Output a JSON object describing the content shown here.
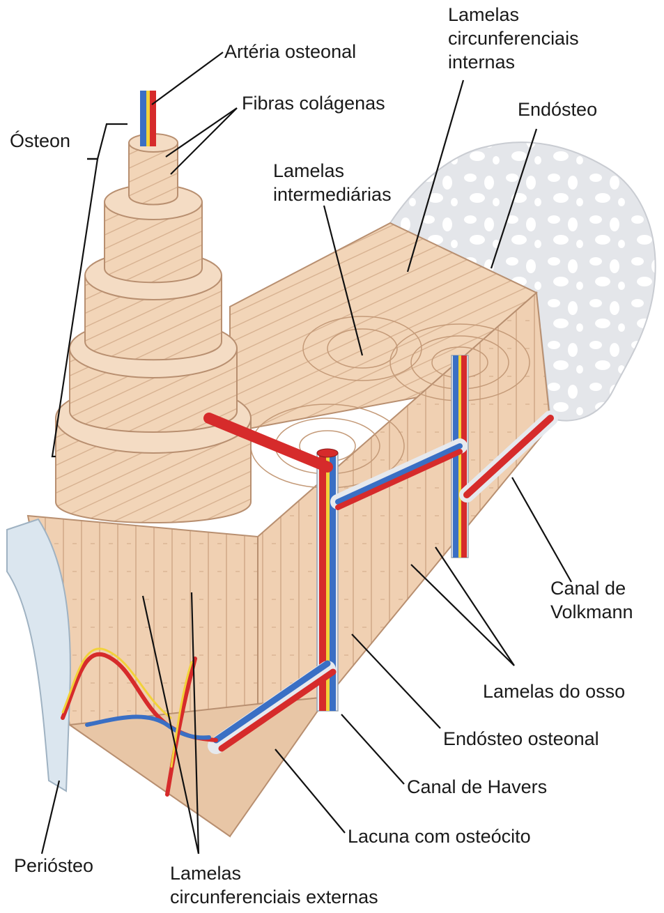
{
  "labels": {
    "arteria_osteonal": "Artéria osteonal",
    "fibras_colagenas": "Fibras colágenas",
    "osteon": "Ósteon",
    "lamelas_circ_internas": [
      "Lamelas",
      "circunferenciais",
      "internas"
    ],
    "endosteo": "Endósteo",
    "lamelas_intermediarias": [
      "Lamelas",
      "intermediárias"
    ],
    "canal_volkmann": [
      "Canal de",
      "Volkmann"
    ],
    "lamelas_osso": "Lamelas do osso",
    "endosteo_osteonal": "Endósteo osteonal",
    "canal_havers": "Canal de Havers",
    "lacuna_osteocito": "Lacuna com osteócito",
    "periosteo": "Periósteo",
    "lamelas_circ_externas": [
      "Lamelas",
      "circunferenciais externas"
    ]
  },
  "colors": {
    "bone": "#f2d5b8",
    "bone_dark": "#d9b493",
    "bone_lines": "#b88f70",
    "artery": "#d62b2b",
    "vein": "#3a6fc4",
    "nerve": "#f2d23a",
    "endosteum": "#e6e9ee",
    "periosteum": "#dbe6ef"
  }
}
